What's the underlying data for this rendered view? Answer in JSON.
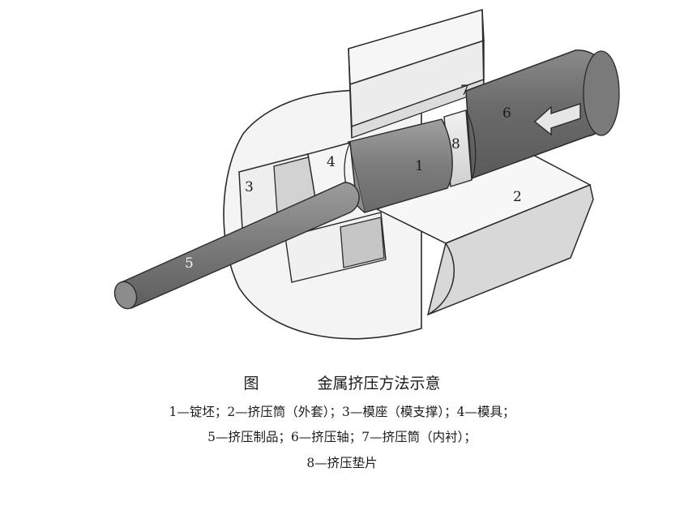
{
  "diagram": {
    "part_numbers": [
      "1",
      "2",
      "3",
      "4",
      "5",
      "6",
      "7",
      "8"
    ]
  },
  "caption": {
    "figure_word": "图",
    "title": "金属挤压方法示意",
    "legend_line_1": "1—锭坯；2—挤压筒（外套）；3—模座（模支撑）；4—模具；",
    "legend_line_2": "5—挤压制品；6—挤压轴；7—挤压筒（内衬）；",
    "legend_line_3": "8—挤压垫片"
  },
  "colors": {
    "dark_fill": "#6e6e6e",
    "mid_fill": "#9a9a9a",
    "light_fill": "#e9e9e9",
    "outline": "#2a2a2a"
  }
}
